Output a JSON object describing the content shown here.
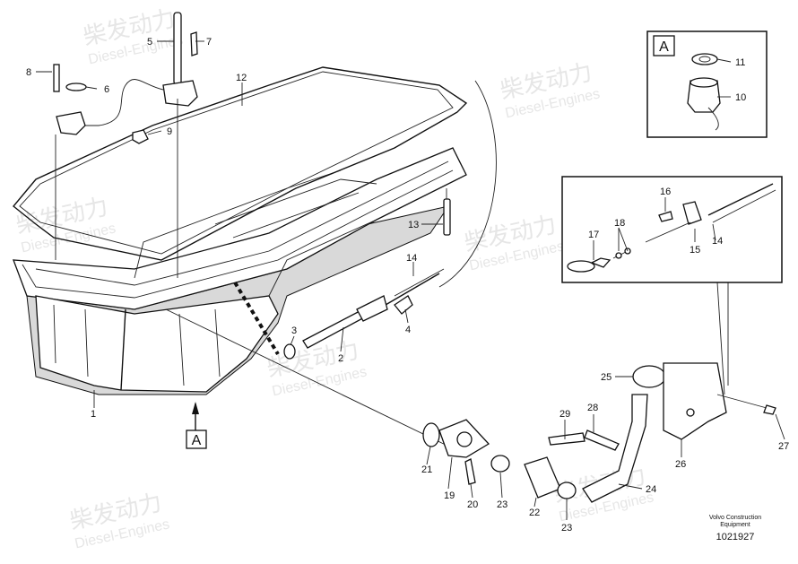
{
  "watermark": {
    "brand": "柴发动力",
    "subtitle": "Diesel-Engines"
  },
  "detail_box": {
    "label": "A"
  },
  "detail_callout": {
    "label": "A"
  },
  "parts": [
    {
      "id": "p1",
      "label": "1"
    },
    {
      "id": "p2",
      "label": "2"
    },
    {
      "id": "p3",
      "label": "3"
    },
    {
      "id": "p4",
      "label": "4"
    },
    {
      "id": "p5",
      "label": "5"
    },
    {
      "id": "p6",
      "label": "6"
    },
    {
      "id": "p7",
      "label": "7"
    },
    {
      "id": "p8",
      "label": "8"
    },
    {
      "id": "p9",
      "label": "9"
    },
    {
      "id": "p10",
      "label": "10"
    },
    {
      "id": "p11",
      "label": "11"
    },
    {
      "id": "p12",
      "label": "12"
    },
    {
      "id": "p13",
      "label": "13"
    },
    {
      "id": "p14a",
      "label": "14"
    },
    {
      "id": "p14b",
      "label": "14"
    },
    {
      "id": "p15",
      "label": "15"
    },
    {
      "id": "p16",
      "label": "16"
    },
    {
      "id": "p17",
      "label": "17"
    },
    {
      "id": "p18",
      "label": "18"
    },
    {
      "id": "p19",
      "label": "19"
    },
    {
      "id": "p20",
      "label": "20"
    },
    {
      "id": "p21",
      "label": "21"
    },
    {
      "id": "p22",
      "label": "22"
    },
    {
      "id": "p23a",
      "label": "23"
    },
    {
      "id": "p23b",
      "label": "23"
    },
    {
      "id": "p24",
      "label": "24"
    },
    {
      "id": "p25",
      "label": "25"
    },
    {
      "id": "p26",
      "label": "26"
    },
    {
      "id": "p27",
      "label": "27"
    },
    {
      "id": "p28",
      "label": "28"
    },
    {
      "id": "p29",
      "label": "29"
    }
  ],
  "footer": {
    "brand_line1": "Volvo Construction",
    "brand_line2": "Equipment",
    "drawing_number": "1021927"
  }
}
